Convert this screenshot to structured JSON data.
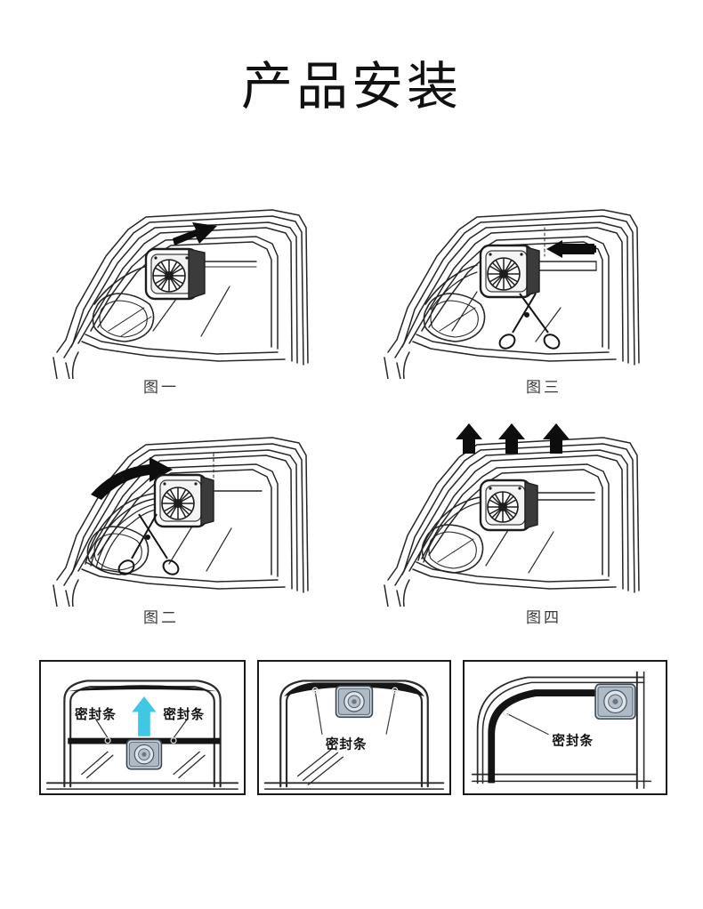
{
  "page": {
    "title": "产品安装",
    "background_color": "#ffffff",
    "ink_color": "#1a1a1a",
    "accent_arrow_color": "#3fc8e4"
  },
  "figures": [
    {
      "id": "fig-1",
      "caption": "图一",
      "position": "top-left",
      "description": "车窗线稿：太阳能风扇夹在车窗玻璃上沿",
      "arrow": {
        "style": "bent-black-arrow",
        "direction": "right",
        "count": 1
      },
      "has_scissors": false,
      "has_mirror": true
    },
    {
      "id": "fig-3",
      "caption": "图三",
      "position": "top-right",
      "description": "车窗线稿：风扇装好后用剪刀修剪密封条",
      "arrow": {
        "style": "straight-black-arrow",
        "direction": "left",
        "count": 1
      },
      "has_scissors": true,
      "has_mirror": true
    },
    {
      "id": "fig-2",
      "caption": "图二",
      "position": "bottom-left",
      "description": "车窗线稿：弯箭头指示密封条安装方向，剪刀剪裁",
      "arrow": {
        "style": "curved-black-arrow",
        "direction": "right",
        "count": 1
      },
      "has_scissors": true,
      "has_mirror": true
    },
    {
      "id": "fig-4",
      "caption": "图四",
      "position": "bottom-right",
      "description": "车窗线稿：三个向上箭头表示关窗夹紧",
      "arrow": {
        "style": "straight-black-arrow",
        "direction": "up",
        "count": 3
      },
      "has_scissors": false,
      "has_mirror": true
    }
  ],
  "panels": [
    {
      "id": "panel-1",
      "position": "left",
      "labels": [
        "密封条",
        "密封条"
      ],
      "arrow": {
        "color": "#3fc8e4",
        "direction": "up"
      },
      "device_position": "center-below-strip",
      "description": "后挡风玻璃视角，两侧标注密封条，中间青色向上箭头"
    },
    {
      "id": "panel-2",
      "position": "center",
      "labels": [
        "密封条"
      ],
      "arrow": null,
      "device_position": "top-center",
      "description": "车窗上沿装机，两条引线指向密封条"
    },
    {
      "id": "panel-3",
      "position": "right",
      "labels": [
        "密封条"
      ],
      "arrow": null,
      "device_position": "top-right",
      "description": "弧形车窗边框，引线指向密封条"
    }
  ]
}
